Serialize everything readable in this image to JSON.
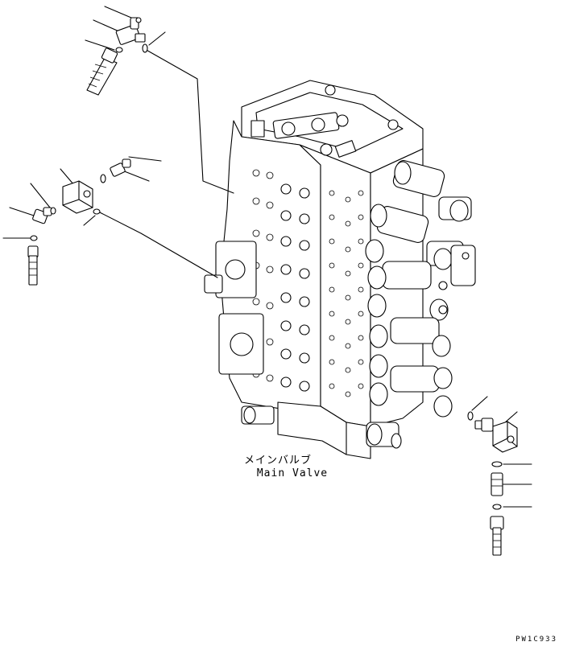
{
  "diagram": {
    "label_jp": "メインバルブ",
    "label_en": "Main Valve",
    "drawing_code": "PW1C933"
  },
  "parts": [
    {
      "name": "top-elbow-fitting"
    },
    {
      "name": "top-o-ring"
    },
    {
      "name": "top-hose-end"
    },
    {
      "name": "left-block-fitting"
    },
    {
      "name": "left-elbow-fitting"
    },
    {
      "name": "left-o-ring"
    },
    {
      "name": "left-hose-end"
    },
    {
      "name": "right-block-fitting"
    },
    {
      "name": "right-adapter-fitting"
    },
    {
      "name": "right-o-ring"
    },
    {
      "name": "right-hose-end"
    }
  ]
}
